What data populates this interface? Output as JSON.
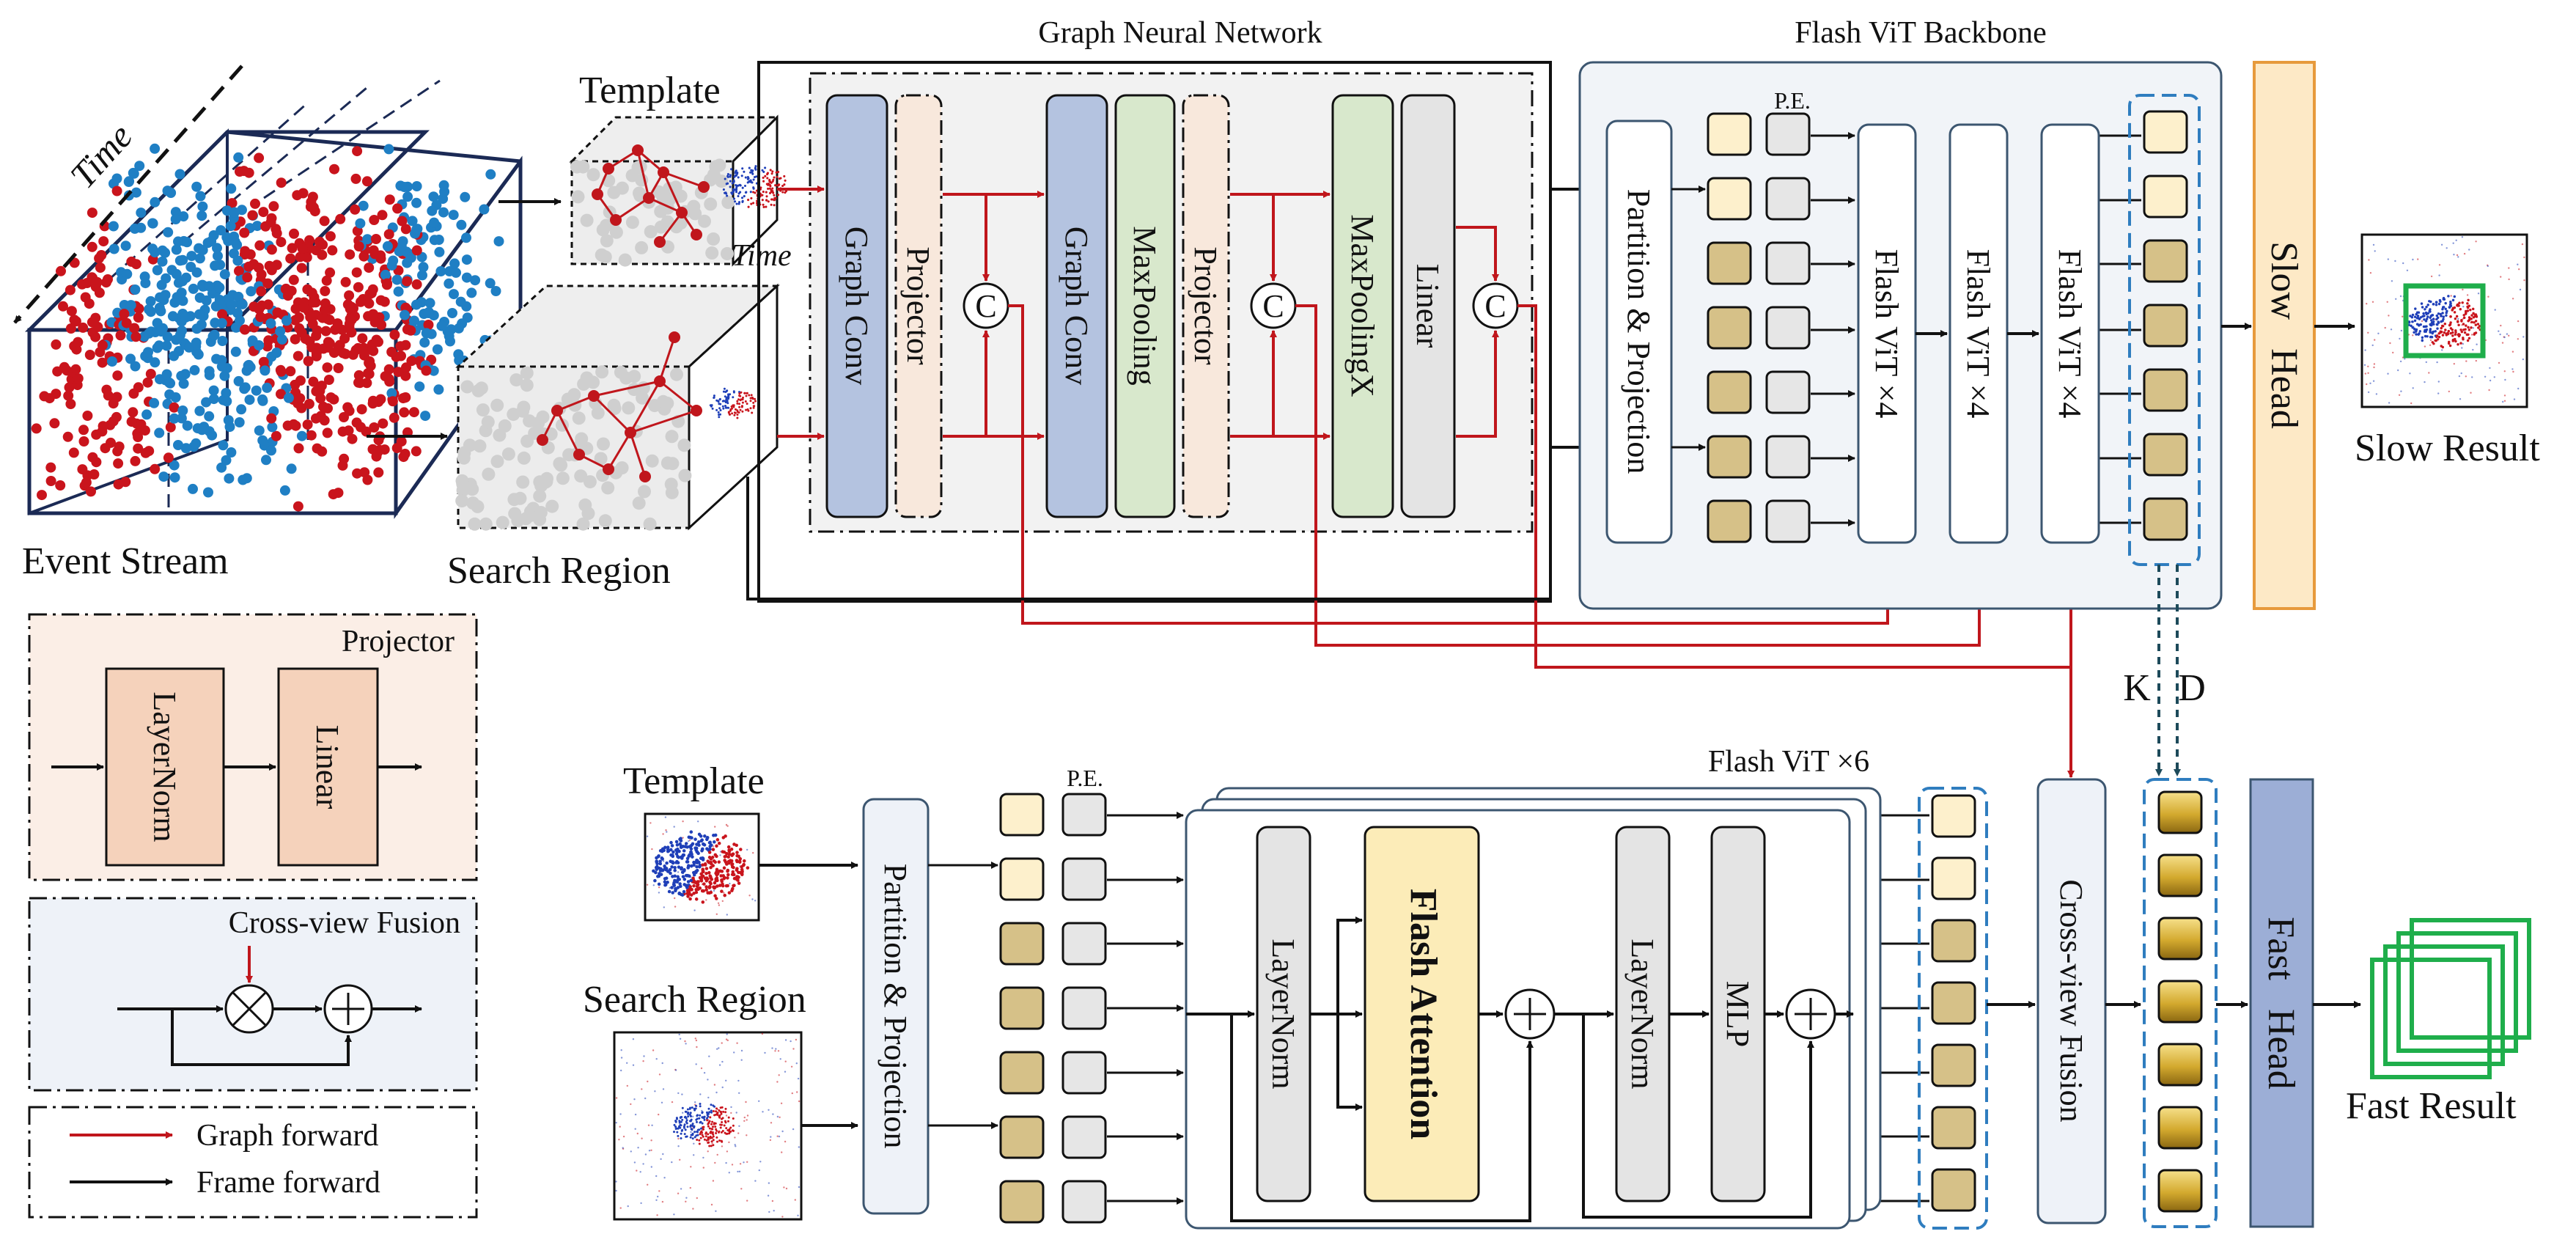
{
  "top": {
    "event_stream": "Event Stream",
    "time_label": "Time",
    "template": "Template",
    "search_region": "Search Region",
    "time_label_small": "Time",
    "gnn_title": "Graph Neural Network",
    "graph_conv_1": "Graph Conv",
    "projector_1": "Projector",
    "graph_conv_2": "Graph Conv",
    "maxpooling": "MaxPooling",
    "projector_2": "Projector",
    "maxpoolingx": "MaxPoolingX",
    "linear": "Linear",
    "concat": "C",
    "backbone_title": "Flash ViT Backbone",
    "partition_projection": "Partition & Projection",
    "pe": "P.E.",
    "flash_vit_1": "Flash ViT ×4",
    "flash_vit_2": "Flash ViT ×4",
    "flash_vit_3": "Flash ViT ×4",
    "slow_head": "Slow   Head",
    "slow_result": "Slow Result",
    "kd_k": "K",
    "kd_d": "D"
  },
  "bottom": {
    "template": "Template",
    "search_region": "Search Region",
    "partition_projection": "Partition & Projection",
    "pe": "P.E.",
    "flash_vit_x6": "Flash ViT ×6",
    "layernorm_1": "LayerNorm",
    "flash_attention": "Flash Attention",
    "layernorm_2": "LayerNorm",
    "mlp": "MLP",
    "cross_view_fusion": "Cross-view Fusion",
    "fast_head": "Fast   Head",
    "fast_result": "Fast Result"
  },
  "legend": {
    "projector_title": "Projector",
    "layernorm": "LayerNorm",
    "linear": "Linear",
    "cvf_title": "Cross-view Fusion",
    "graph_forward": "Graph forward",
    "frame_forward": "Frame forward"
  },
  "colors": {
    "graph_red": "#c0161c",
    "blue_block": "#b4c3e0",
    "green_block": "#d8e8cc",
    "peach_block": "#f5d2bb",
    "slow_head": "#fde9c6",
    "fast_head": "#9caed6",
    "flash_attention": "#fcecb8",
    "token_gold": "#d6c188",
    "result_green": "#1fae4b"
  }
}
